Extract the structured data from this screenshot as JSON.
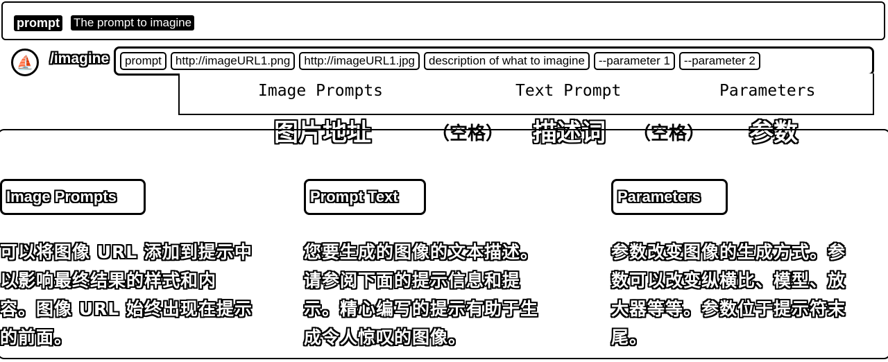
{
  "hint": {
    "keyword": "prompt",
    "description": "The prompt to imagine"
  },
  "command": {
    "name": "/imagine",
    "chips": [
      "prompt",
      "http://imageURL1.png",
      "http://imageURL1.jpg",
      "description of what to imagine",
      "--parameter 1",
      "--parameter 2"
    ]
  },
  "dropdown": {
    "items": [
      "Image Prompts",
      "Text Prompt",
      "Parameters"
    ]
  },
  "annotations": [
    "图片地址",
    "（空格）",
    "描述词",
    "（空格）",
    "参数"
  ],
  "columns": [
    {
      "title": "Image Prompts",
      "lines": [
        "可以将图像 URL 添加到提示中",
        "以影响最终结果的样式和内",
        "容。图像 URL 始终出现在提示",
        "的前面。"
      ]
    },
    {
      "title": "Prompt Text",
      "lines": [
        "您要生成的图像的文本描述。",
        "请参阅下面的提示信息和提",
        "示。精心编写的提示有助于生",
        "成令人惊叹的图像。"
      ]
    },
    {
      "title": "Parameters",
      "lines": [
        "参数改变图像的生成方式。参",
        "数可以改变纵横比、模型、放",
        "大器等等。参数位于提示符末",
        "尾。"
      ]
    }
  ]
}
